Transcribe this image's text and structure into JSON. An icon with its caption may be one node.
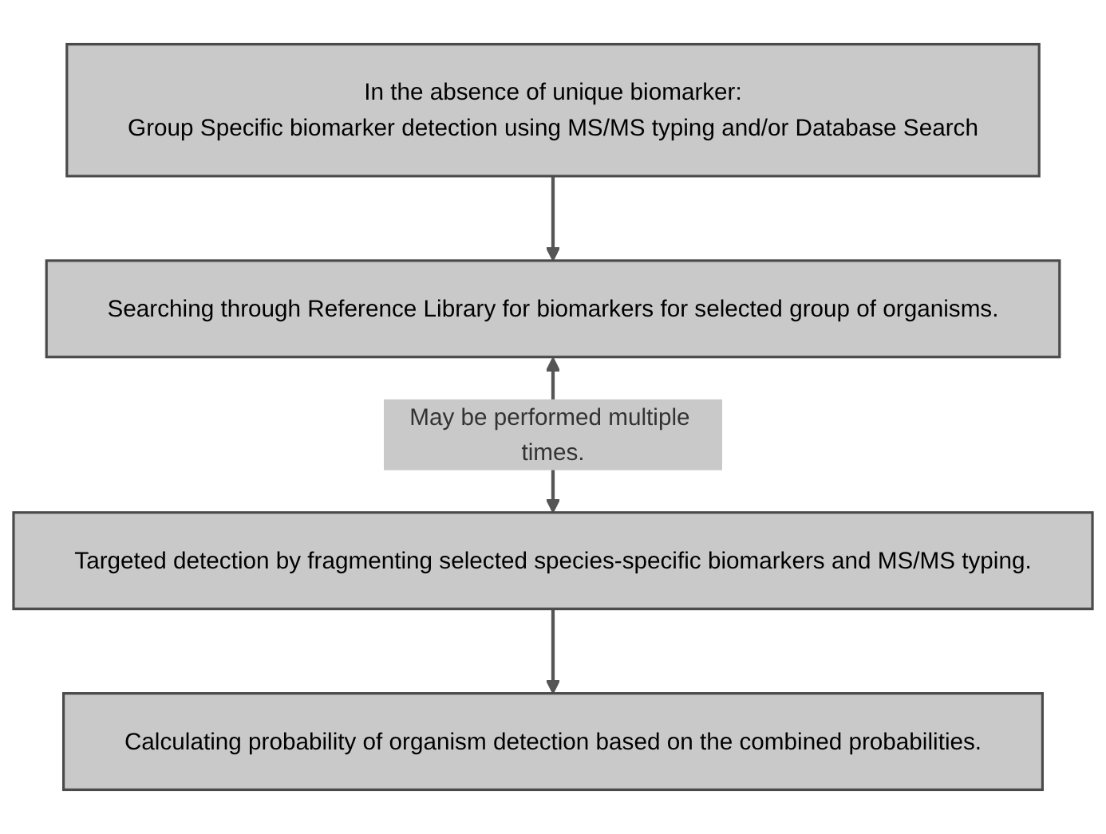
{
  "diagram": {
    "nodes": [
      {
        "text": [
          "In the absence of unique biomarker:",
          "Group Specific biomarker detection using MS/MS typing and/or Database Search"
        ]
      },
      {
        "text": [
          "Searching through Reference Library for biomarkers for selected group of organisms."
        ]
      },
      {
        "text": [
          "Targeted detection by fragmenting selected species-specific biomarkers and MS/MS typing."
        ]
      },
      {
        "text": [
          "Calculating probability of organism detection based on the combined probabilities."
        ]
      }
    ],
    "edges": [
      {
        "from": 0,
        "to": 1,
        "arrow": "to"
      },
      {
        "from": 1,
        "to": 2,
        "arrow": "both",
        "label": "May be performed multiple times."
      },
      {
        "from": 2,
        "to": 3,
        "arrow": "to"
      }
    ]
  }
}
